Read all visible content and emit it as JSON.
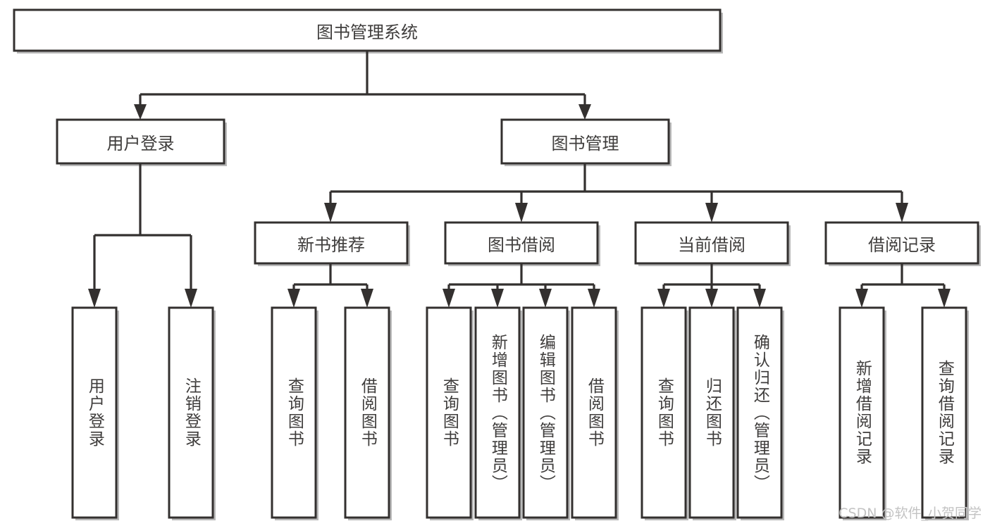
{
  "diagram": {
    "type": "tree-hierarchy",
    "title": "图书管理系统",
    "watermark": "CSDN @软件_小贺同学",
    "colors": {
      "stroke": "#33302f",
      "text": "#3f3d3c",
      "background": "#ffffff",
      "shadow": "#b9b9b9",
      "watermark": "#c3c3c3"
    },
    "levels": {
      "root": {
        "label": "图书管理系统"
      },
      "level2": [
        {
          "id": "user-login",
          "label": "用户登录"
        },
        {
          "id": "book-management",
          "label": "图书管理"
        }
      ],
      "level3": [
        {
          "id": "new-book-recommend",
          "label": "新书推荐",
          "parent": "book-management"
        },
        {
          "id": "book-borrow",
          "label": "图书借阅",
          "parent": "book-management"
        },
        {
          "id": "current-borrow",
          "label": "当前借阅",
          "parent": "book-management"
        },
        {
          "id": "borrow-record",
          "label": "借阅记录",
          "parent": "book-management"
        }
      ],
      "leaves": [
        {
          "id": "leaf-user-login",
          "label": "用户登录",
          "parent": "user-login"
        },
        {
          "id": "leaf-logout",
          "label": "注销登录",
          "parent": "user-login"
        },
        {
          "id": "leaf-query-book-1",
          "label": "查询图书",
          "parent": "new-book-recommend"
        },
        {
          "id": "leaf-borrow-book-1",
          "label": "借阅图书",
          "parent": "new-book-recommend"
        },
        {
          "id": "leaf-query-book-2",
          "label": "查询图书",
          "parent": "book-borrow"
        },
        {
          "id": "leaf-add-book",
          "label": "新增图书（管理员）",
          "parent": "book-borrow"
        },
        {
          "id": "leaf-edit-book",
          "label": "编辑图书（管理员）",
          "parent": "book-borrow"
        },
        {
          "id": "leaf-borrow-book-2",
          "label": "借阅图书",
          "parent": "book-borrow"
        },
        {
          "id": "leaf-query-book-3",
          "label": "查询图书",
          "parent": "current-borrow"
        },
        {
          "id": "leaf-return-book",
          "label": "归还图书",
          "parent": "current-borrow"
        },
        {
          "id": "leaf-confirm-return",
          "label": "确认归还（管理员）",
          "parent": "current-borrow"
        },
        {
          "id": "leaf-add-record",
          "label": "新增借阅记录",
          "parent": "borrow-record"
        },
        {
          "id": "leaf-query-record",
          "label": "查询借阅记录",
          "parent": "borrow-record"
        }
      ]
    }
  }
}
